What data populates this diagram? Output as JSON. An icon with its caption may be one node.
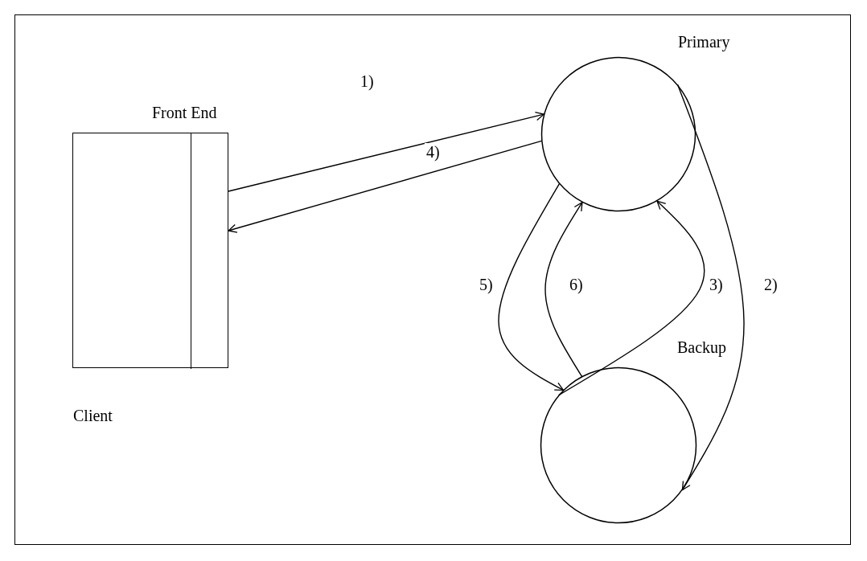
{
  "diagram": {
    "nodes": [
      {
        "text": [
          "Client"
        ]
      },
      {
        "text": [
          "Front End"
        ],
        "in": 0
      },
      {
        "text": [
          "Primary"
        ]
      },
      {
        "text": [
          "Backup"
        ]
      }
    ],
    "edges": [
      {
        "from": 1,
        "to": 2,
        "arrow": "to",
        "label": "1)"
      },
      {
        "from": 2,
        "to": 3,
        "arrow": "to",
        "label": "2)"
      },
      {
        "from": 3,
        "to": 2,
        "arrow": "to",
        "label": "3)"
      },
      {
        "from": 2,
        "to": 1,
        "arrow": "to",
        "label": "4)"
      },
      {
        "from": 2,
        "to": 3,
        "arrow": "to",
        "label": "5)"
      },
      {
        "from": 3,
        "to": 2,
        "arrow": "to",
        "label": "6)"
      }
    ]
  }
}
